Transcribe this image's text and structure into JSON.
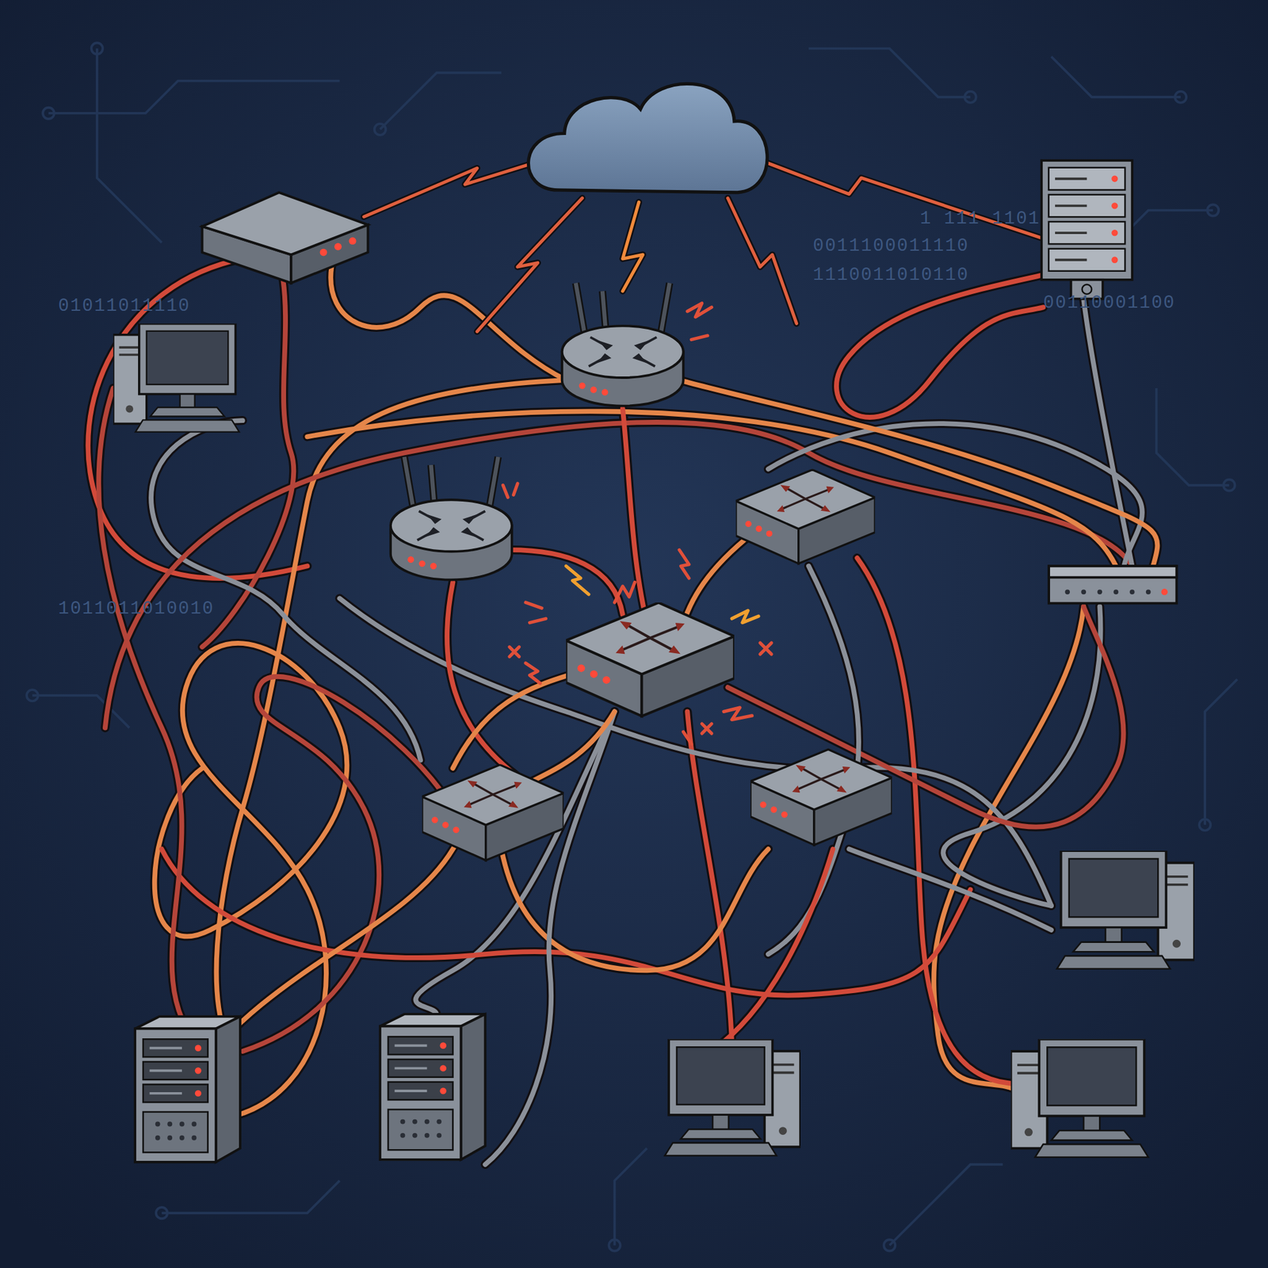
{
  "diagram": {
    "labels": [
      "1 111 1101",
      "0011100011110",
      "1110011010110",
      "01011011110",
      "1011011010010",
      "00110001100"
    ]
  }
}
